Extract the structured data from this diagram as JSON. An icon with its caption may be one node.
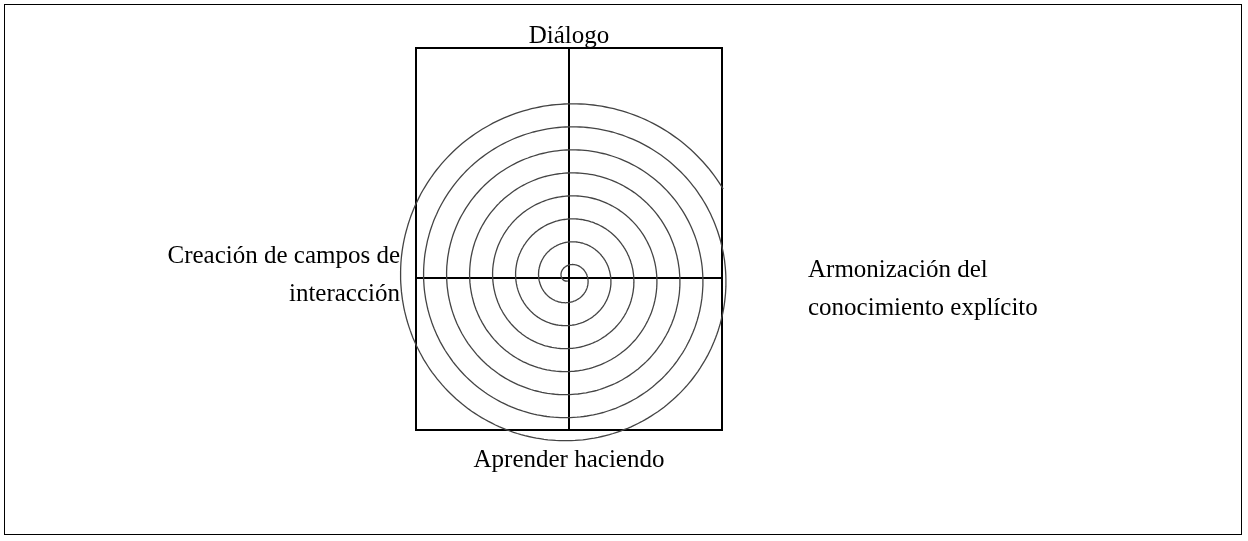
{
  "diagram": {
    "labels": [
      "Diálogo",
      "Creación de campos de interacción",
      "Armonización del conocimiento explícito",
      "Aprender haciendo"
    ]
  }
}
